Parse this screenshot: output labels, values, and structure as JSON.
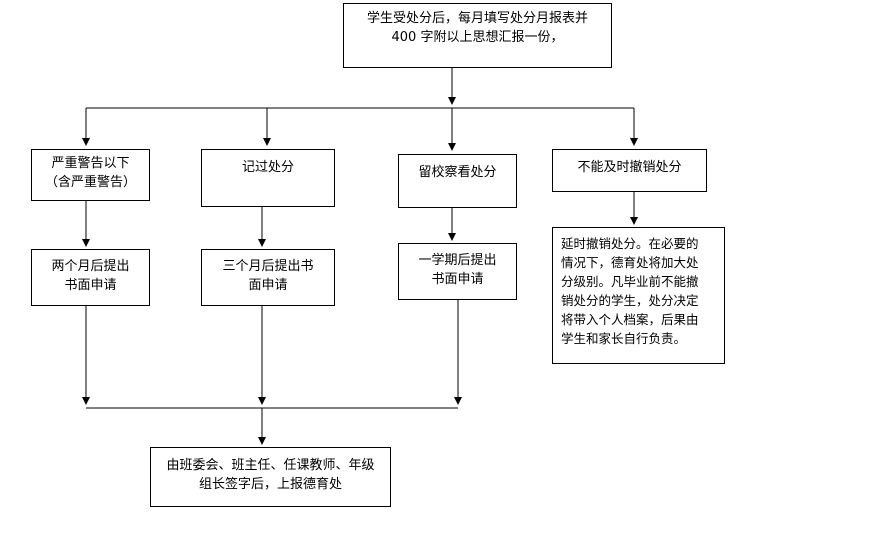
{
  "top_box": {
    "lines": [
      "学生受处分后，每月填写处分月报表并",
      "400 字附以上思想汇报一份，"
    ]
  },
  "branches": [
    {
      "category": [
        "严重警告以下",
        "（含严重警告）"
      ],
      "action": [
        "两个月后提出",
        "书面申请"
      ]
    },
    {
      "category": [
        "记过处分"
      ],
      "action": [
        "三个月后提出书",
        "面申请"
      ]
    },
    {
      "category": [
        "留校察看处分"
      ],
      "action": [
        "一学期后提出",
        "书面申请"
      ]
    },
    {
      "category": [
        "不能及时撤销处分"
      ],
      "action": [
        "延时撤销处分。在必要的",
        "情况下，德育处将加大处",
        "分级别。凡毕业前不能撤",
        "销处分的学生，处分决定",
        "将带入个人档案，后果由",
        "学生和家长自行负责。"
      ]
    }
  ],
  "bottom_box": {
    "lines": [
      "由班委会、班主任、任课教师、年级",
      "组长签字后，上报德育处"
    ]
  }
}
